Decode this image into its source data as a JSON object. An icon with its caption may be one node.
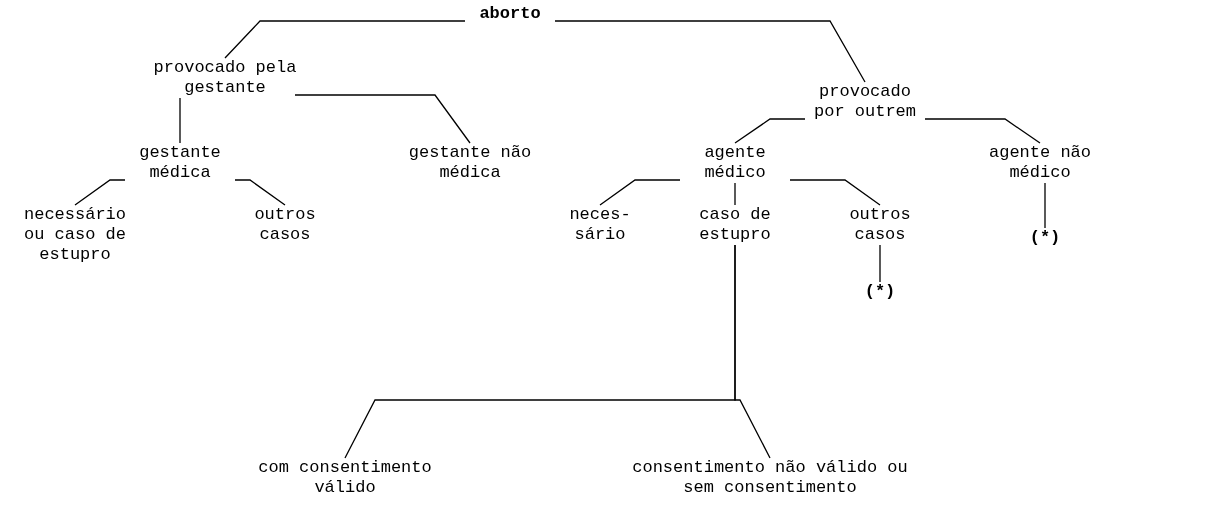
{
  "diagram": {
    "nodes": [
      {
        "text": [
          "aborto"
        ]
      },
      {
        "text": [
          "provocado pela gestante"
        ]
      },
      {
        "text": [
          "provocado por outrem"
        ]
      },
      {
        "text": [
          "gestante médica"
        ]
      },
      {
        "text": [
          "gestante não médica"
        ]
      },
      {
        "text": [
          "agente médico"
        ]
      },
      {
        "text": [
          "agente não médico"
        ]
      },
      {
        "text": [
          "necessário ou caso de estupro"
        ]
      },
      {
        "text": [
          "outros casos"
        ]
      },
      {
        "text": [
          "neces- sário"
        ]
      },
      {
        "text": [
          "caso de estupro"
        ]
      },
      {
        "text": [
          "outros casos"
        ]
      },
      {
        "text": [
          "(*)"
        ]
      },
      {
        "text": [
          "(*)"
        ]
      },
      {
        "text": [
          "com consentimento válido"
        ]
      },
      {
        "text": [
          "consentimento não válido ou sem consentimento"
        ]
      }
    ],
    "edges": [
      {
        "from": 0,
        "to": 1,
        "arrow": "none"
      },
      {
        "from": 0,
        "to": 2,
        "arrow": "none"
      },
      {
        "from": 1,
        "to": 3,
        "arrow": "none"
      },
      {
        "from": 1,
        "to": 4,
        "arrow": "none"
      },
      {
        "from": 2,
        "to": 5,
        "arrow": "none"
      },
      {
        "from": 2,
        "to": 6,
        "arrow": "none"
      },
      {
        "from": 3,
        "to": 7,
        "arrow": "none"
      },
      {
        "from": 3,
        "to": 8,
        "arrow": "none"
      },
      {
        "from": 5,
        "to": 9,
        "arrow": "none"
      },
      {
        "from": 5,
        "to": 10,
        "arrow": "none"
      },
      {
        "from": 5,
        "to": 11,
        "arrow": "none"
      },
      {
        "from": 6,
        "to": 13,
        "arrow": "none"
      },
      {
        "from": 11,
        "to": 12,
        "arrow": "none"
      },
      {
        "from": 10,
        "to": 14,
        "arrow": "none"
      },
      {
        "from": 10,
        "to": 15,
        "arrow": "none"
      }
    ]
  }
}
